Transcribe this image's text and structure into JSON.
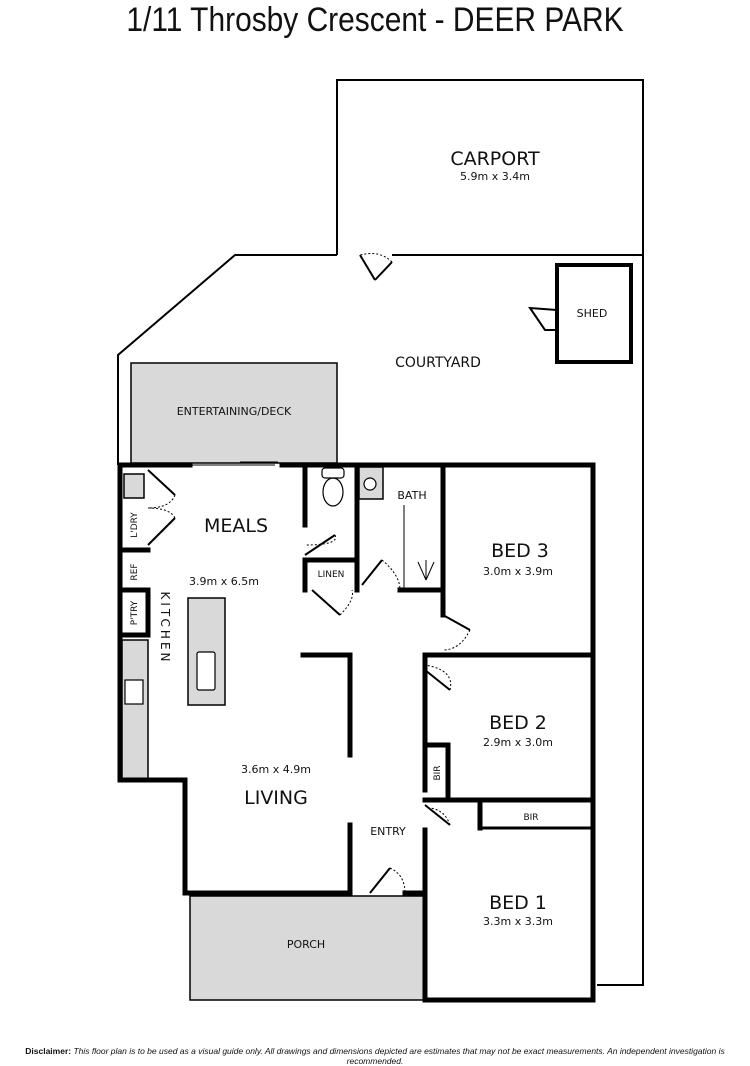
{
  "title": "1/11 Throsby Crescent - DEER PARK",
  "rooms": {
    "carport": {
      "name": "CARPORT",
      "size": "5.9m x 3.4m"
    },
    "shed": {
      "name": "SHED"
    },
    "courtyard": {
      "name": "COURTYARD"
    },
    "deck": {
      "name": "ENTERTAINING/DECK"
    },
    "meals": {
      "name": "MEALS",
      "size": "3.9m x 6.5m"
    },
    "kitchen": {
      "name": "KITCHEN"
    },
    "laundry": {
      "name": "L'DRY"
    },
    "ref": {
      "name": "REF"
    },
    "pantry": {
      "name": "P'TRY"
    },
    "linen": {
      "name": "LINEN"
    },
    "bath": {
      "name": "BATH"
    },
    "bed3": {
      "name": "BED 3",
      "size": "3.0m x 3.9m"
    },
    "bed2": {
      "name": "BED 2",
      "size": "2.9m x 3.0m"
    },
    "bir2": {
      "name": "BIR"
    },
    "bir1": {
      "name": "BIR"
    },
    "bed1": {
      "name": "BED 1",
      "size": "3.3m x 3.3m"
    },
    "living": {
      "name": "LIVING",
      "size": "3.6m x 4.9m"
    },
    "entry": {
      "name": "ENTRY"
    },
    "porch": {
      "name": "PORCH"
    }
  },
  "colors": {
    "wall": "#000000",
    "fill": "#d9d9d9"
  },
  "disclaimer": {
    "label": "Disclaimer:",
    "text": "This floor plan is to be used as a visual guide only. All drawings and dimensions depicted are estimates that may not be exact measurements. An independent investigation is recommended."
  }
}
